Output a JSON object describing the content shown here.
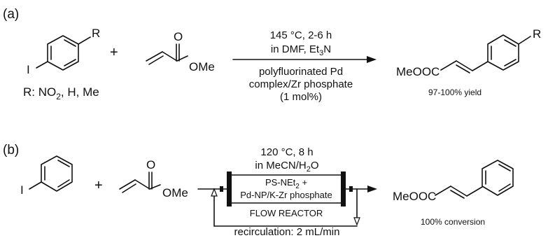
{
  "panel_a": {
    "label": "(a)",
    "reactant1": {
      "substituent": "R",
      "leaving_group": "I",
      "r_label_prefix": "R: NO",
      "r_label_sub1": "2",
      "r_label_suffix": ", H, Me"
    },
    "plus": "+",
    "reactant2": {
      "carbonyl_o": "O",
      "ester": "OMe"
    },
    "conditions_top": [
      "145 °C, 2-6 h",
      "in DMF, Et"
    ],
    "conditions_top_sub": "3",
    "conditions_top_tail": "N",
    "conditions_bottom": [
      "polyfluorinated Pd",
      "complex/Zr phosphate",
      "(1 mol%)"
    ],
    "product": {
      "ester": "MeOOC",
      "substituent": "R",
      "yield": "97-100% yield"
    }
  },
  "panel_b": {
    "label": "(b)",
    "reactant1": {
      "leaving_group": "I"
    },
    "plus": "+",
    "reactant2": {
      "carbonyl_o": "O",
      "ester": "OMe"
    },
    "conditions_top": [
      "120 °C, 8 h",
      "in MeCN/H"
    ],
    "conditions_top_sub": "2",
    "conditions_top_tail": "O",
    "reactor_fill": [
      "PS-NEt",
      "Pd-NP/K-Zr phosphate"
    ],
    "reactor_fill_sub": "2",
    "reactor_fill_tail": " +",
    "reactor_label": "FLOW REACTOR",
    "recirculation": "recirculation: 2 mL/min",
    "product": {
      "ester": "MeOOC",
      "conversion": "100% conversion"
    }
  }
}
